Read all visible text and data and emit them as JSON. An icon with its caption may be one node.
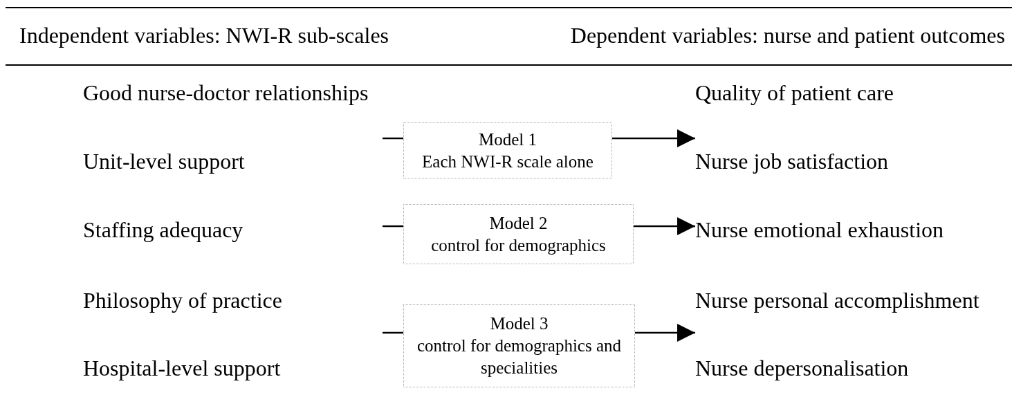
{
  "diagram": {
    "nodes": [
      {
        "text": [
          "Good nurse-doctor relationships"
        ]
      },
      {
        "text": [
          "Unit-level support"
        ]
      },
      {
        "text": [
          "Staffing adequacy"
        ]
      },
      {
        "text": [
          "Philosophy of practice"
        ]
      },
      {
        "text": [
          "Hospital-level support"
        ]
      },
      {
        "text": [
          "Quality of patient care"
        ]
      },
      {
        "text": [
          "Nurse job satisfaction"
        ]
      },
      {
        "text": [
          "Nurse emotional exhaustion"
        ]
      },
      {
        "text": [
          "Nurse personal accomplishment"
        ]
      },
      {
        "text": [
          "Nurse depersonalisation"
        ]
      },
      {
        "text": [
          "Model 1",
          "Each NWI-R scale alone"
        ]
      },
      {
        "text": [
          "Model 2",
          "control for demographics"
        ]
      },
      {
        "text": [
          "Model 3",
          "control for demographics and specialities"
        ]
      }
    ],
    "edges": [
      {
        "from": null,
        "to": 10,
        "arrow": "none"
      },
      {
        "from": 10,
        "to": 6,
        "arrow": "to"
      },
      {
        "from": null,
        "to": 11,
        "arrow": "none"
      },
      {
        "from": 11,
        "to": 7,
        "arrow": "to"
      },
      {
        "from": null,
        "to": 12,
        "arrow": "none"
      },
      {
        "from": 12,
        "to": 8,
        "arrow": "to"
      }
    ],
    "labels": [
      "Independent variables: NWI-R sub-scales",
      "Dependent variables: nurse and patient outcomes"
    ]
  }
}
